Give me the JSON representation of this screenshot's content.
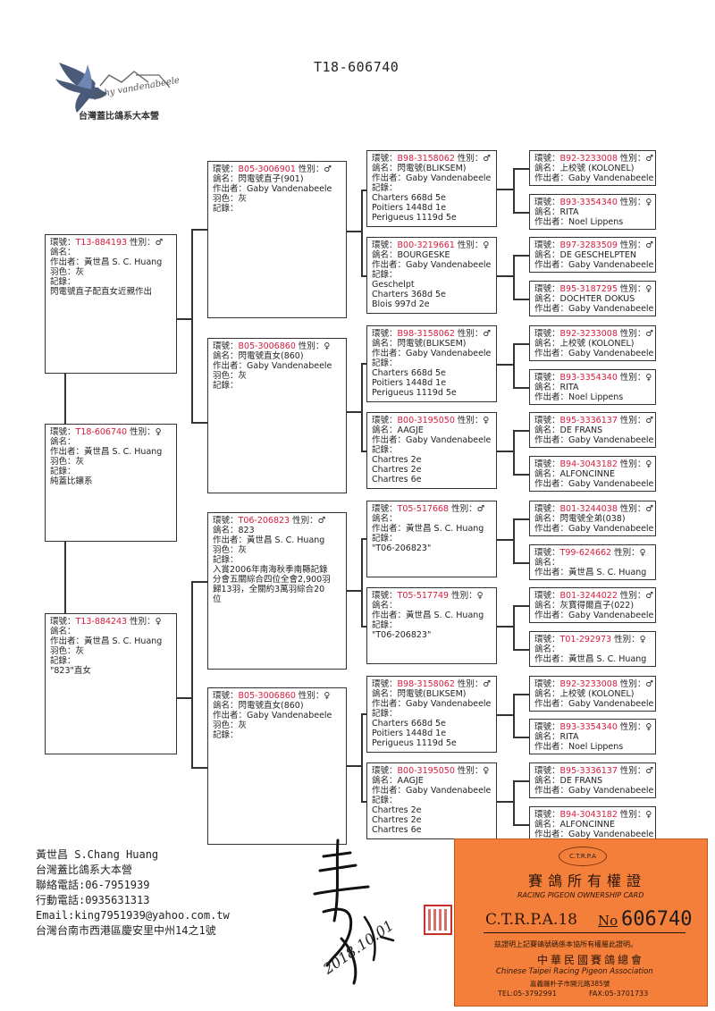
{
  "doc_title": "T18-606740",
  "logo": {
    "script": "yuhy vandenabeele",
    "org": "台灣蓋比鴿系大本營"
  },
  "labels": {
    "ring": "環號：",
    "sex": "性別：",
    "name": "鴿名：",
    "breeder": "作出者：",
    "color": "羽色：",
    "record": "記錄："
  },
  "subject": {
    "ring": "T18-606740",
    "sex": "♀",
    "name": "",
    "breeder": "黃世昌 S. C. Huang",
    "color": "灰",
    "notes": [
      "純蓋比鑲系"
    ]
  },
  "sire": {
    "ring": "T13-884193",
    "sex": "♂",
    "name": "",
    "breeder": "黃世昌 S. C. Huang",
    "color": "灰",
    "notes": [
      "閃電號直子配直女近親作出"
    ]
  },
  "dam": {
    "ring": "T13-884243",
    "sex": "♀",
    "name": "",
    "breeder": "黃世昌 S. C. Huang",
    "color": "灰",
    "notes": [
      "\"823\"直女"
    ]
  },
  "gen2": [
    {
      "ring": "B05-3006901",
      "sex": "♂",
      "name": "閃電號直子(901)",
      "breeder": "Gaby Vandenabeele",
      "color": "灰",
      "notes": []
    },
    {
      "ring": "B05-3006860",
      "sex": "♀",
      "name": "閃電號直女(860)",
      "breeder": "Gaby Vandenabeele",
      "color": "灰",
      "notes": []
    },
    {
      "ring": "T06-206823",
      "sex": "♂",
      "name": "823",
      "breeder": "黃世昌 S. C. Huang",
      "color": "灰",
      "notes": [
        "入賞2006年南海秋季南縣記錄",
        "分會五關綜合四位全會2,900羽",
        "歸13羽，全關約3萬羽綜合20",
        "位"
      ]
    },
    {
      "ring": "B05-3006860",
      "sex": "♀",
      "name": "閃電號直女(860)",
      "breeder": "Gaby Vandenabeele",
      "color": "灰",
      "notes": []
    }
  ],
  "gen3": [
    {
      "ring": "B98-3158062",
      "sex": "♂",
      "name": "閃電號(BLIKSEM)",
      "breeder": "Gaby Vandenabeele",
      "notes": [
        "Charters 668d 5e",
        "Poitiers 1448d 1e",
        "Perigueus 1119d 5e"
      ]
    },
    {
      "ring": "B00-3219661",
      "sex": "♀",
      "name": "BOURGESKE",
      "breeder": "Gaby Vandenabeele",
      "notes": [
        "Geschelpt",
        "Charters 368d 5e",
        "Blois 997d 2e"
      ]
    },
    {
      "ring": "B98-3158062",
      "sex": "♂",
      "name": "閃電號(BLIKSEM)",
      "breeder": "Gaby Vandenabeele",
      "notes": [
        "Charters 668d 5e",
        "Poitiers 1448d 1e",
        "Perigueus 1119d 5e"
      ]
    },
    {
      "ring": "B00-3195050",
      "sex": "♀",
      "name": "AAGJE",
      "breeder": "Gaby Vandenabeele",
      "notes": [
        "Chartres 2e",
        "Chartres 2e",
        "Chartres 6e"
      ]
    },
    {
      "ring": "T05-517668",
      "sex": "♂",
      "name": "",
      "breeder": "黃世昌 S. C. Huang",
      "notes": [
        "\"T06-206823\""
      ]
    },
    {
      "ring": "T05-517749",
      "sex": "♀",
      "name": "",
      "breeder": "黃世昌 S. C. Huang",
      "notes": [
        "\"T06-206823\""
      ]
    },
    {
      "ring": "B98-3158062",
      "sex": "♂",
      "name": "閃電號(BLIKSEM)",
      "breeder": "Gaby Vandenabeele",
      "notes": [
        "Charters 668d 5e",
        "Poitiers 1448d 1e",
        "Perigueus 1119d 5e"
      ]
    },
    {
      "ring": "B00-3195050",
      "sex": "♀",
      "name": "AAGJE",
      "breeder": "Gaby Vandenabeele",
      "notes": [
        "Chartres 2e",
        "Chartres 2e",
        "Chartres 6e"
      ]
    }
  ],
  "gen4": [
    {
      "ring": "B92-3233008",
      "sex": "♂",
      "name": "上校號 (KOLONEL)",
      "breeder": "Gaby Vandenabeele"
    },
    {
      "ring": "B93-3354340",
      "sex": "♀",
      "name": "RITA",
      "breeder": "Noel Lippens"
    },
    {
      "ring": "B97-3283509",
      "sex": "♂",
      "name": "DE GESCHELPTEN",
      "breeder": "Gaby Vandenabeele"
    },
    {
      "ring": "B95-3187295",
      "sex": "♀",
      "name": "DOCHTER DOKUS",
      "breeder": "Gaby Vandenabeele"
    },
    {
      "ring": "B92-3233008",
      "sex": "♂",
      "name": "上校號 (KOLONEL)",
      "breeder": "Gaby Vandenabeele"
    },
    {
      "ring": "B93-3354340",
      "sex": "♀",
      "name": "RITA",
      "breeder": "Noel Lippens"
    },
    {
      "ring": "B95-3336137",
      "sex": "♂",
      "name": "DE FRANS",
      "breeder": "Gaby Vandenabeele"
    },
    {
      "ring": "B94-3043182",
      "sex": "♀",
      "name": "ALFONCINNE",
      "breeder": "Gaby Vandenabeele"
    },
    {
      "ring": "B01-3244038",
      "sex": "♂",
      "name": "閃電號全弟(038)",
      "breeder": "Gaby Vandenabeele"
    },
    {
      "ring": "T99-624662",
      "sex": "♀",
      "name": "",
      "breeder": "黃世昌 S. C. Huang"
    },
    {
      "ring": "B01-3244022",
      "sex": "♂",
      "name": "灰寶得爾直子(022)",
      "breeder": "Gaby Vandenabeele"
    },
    {
      "ring": "T01-292973",
      "sex": "♀",
      "name": "",
      "breeder": "黃世昌 S. C. Huang"
    },
    {
      "ring": "B92-3233008",
      "sex": "♂",
      "name": "上校號 (KOLONEL)",
      "breeder": "Gaby Vandenabeele"
    },
    {
      "ring": "B93-3354340",
      "sex": "♀",
      "name": "RITA",
      "breeder": "Noel Lippens"
    },
    {
      "ring": "B95-3336137",
      "sex": "♂",
      "name": "DE FRANS",
      "breeder": "Gaby Vandenabeele"
    },
    {
      "ring": "B94-3043182",
      "sex": "♀",
      "name": "ALFONCINNE",
      "breeder": "Gaby Vandenabeele"
    }
  ],
  "contact": {
    "name": "黃世昌 S.Chang Huang",
    "org": "台灣蓋比鴿系大本營",
    "phone": "聯絡電話:06-7951939",
    "mobile": "行動電話:0935631313",
    "email": "Email:king7951939@yahoo.com.tw",
    "address": "台灣台南市西港區慶安里中州14之1號"
  },
  "signature": {
    "date": "2018.10.01"
  },
  "card": {
    "emblem": "C.T.R.P.A",
    "title_zh": "賽鴿所有權證",
    "title_en": "RACING PIGEON OWNERSHIP CARD",
    "code": "C.T.R.P.A.18",
    "no_label": "No",
    "number": "606740",
    "cert_line": "茲證明上記賽鴿號碼係本協所有權屬此證明。",
    "assoc_zh": "中華民國賽鴿總會",
    "assoc_en": "Chinese Taipei Racing Pigeon Association",
    "address": "嘉義縣朴子市開元路385號",
    "tel": "TEL:05-3792991",
    "fax": "FAX:05-3701733"
  },
  "colors": {
    "ring": "#d81b3c",
    "card": "#f47f3a"
  }
}
